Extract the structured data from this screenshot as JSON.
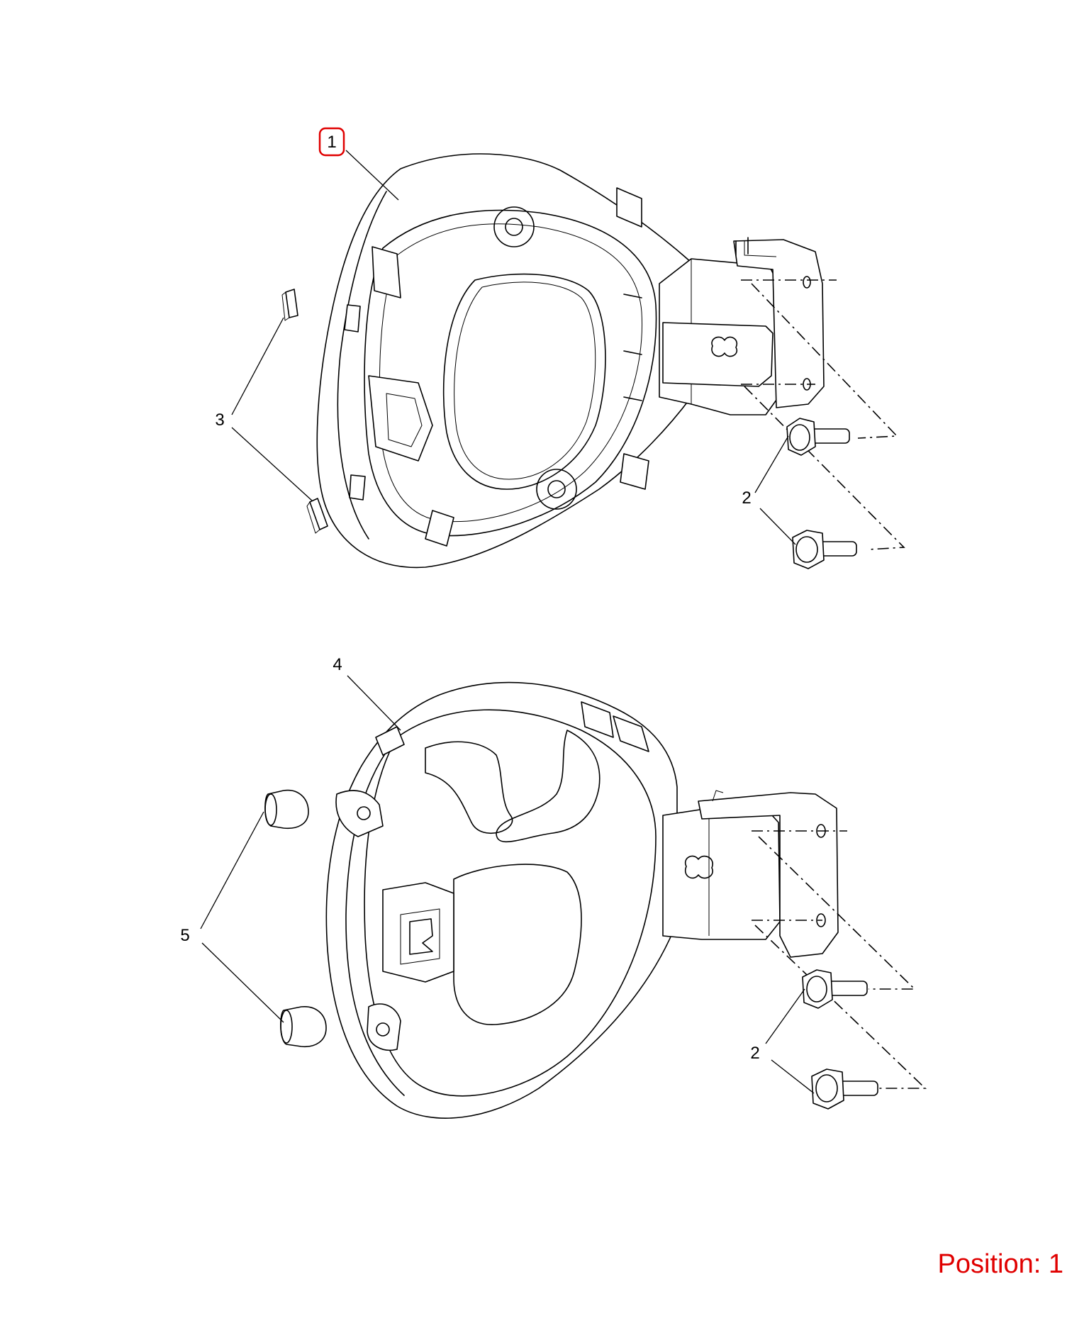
{
  "callouts": {
    "c1": "1",
    "c2a": "2",
    "c3": "3",
    "c4": "4",
    "c5": "5",
    "c2b": "2"
  },
  "position_label": "Position: 1",
  "colors": {
    "highlight": "#e00000",
    "line": "#000000",
    "background": "#ffffff"
  }
}
